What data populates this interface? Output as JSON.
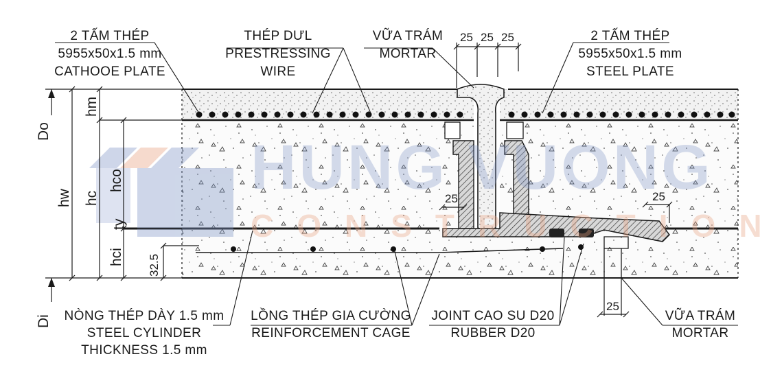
{
  "labels": {
    "top_left_steel": [
      "2 TẤM THÉP",
      "5955x50x1.5 mm",
      "CATHOOE PLATE"
    ],
    "prestressing": [
      "THÉP DƯL",
      "PRESTRESSING",
      "WIRE"
    ],
    "mortar_top": [
      "VỮA TRÁM",
      "MORTAR"
    ],
    "top_right_steel": [
      "2 TẤM THÉP",
      "5955x50x1.5 mm",
      "STEEL PLATE"
    ],
    "cylinder": [
      "NÒNG THÉP DÀY 1.5 mm",
      "STEEL CYLINDER",
      "THICKNESS 1.5 mm"
    ],
    "cage": [
      "LỒNG THÉP GIA CƯỜNG",
      "REINFORCEMENT CAGE"
    ],
    "joint": [
      "JOINT CAO SU D20",
      "RUBBER D20"
    ],
    "mortar_bottom": [
      "VỮA TRÁM",
      "MORTAR"
    ]
  },
  "dimensions": {
    "top_gaps": [
      "25",
      "25",
      "25"
    ],
    "spigot_gap": "25",
    "right_gap": "25",
    "bottom_gap": "25",
    "cage_offset": "32.5"
  },
  "vertical_labels": {
    "do": "Do",
    "hm": "hm",
    "hw": "hw",
    "hc": "hc",
    "hco": "hco",
    "ty": "ty",
    "hci": "hci",
    "di": "Di"
  },
  "watermark": {
    "main": "HUNG VUONG",
    "sub": "CONSTRUCTION"
  },
  "colors": {
    "line": "#1a1a1a",
    "watermark_blue": "#7f95c6",
    "watermark_orange": "#e8a07e"
  }
}
